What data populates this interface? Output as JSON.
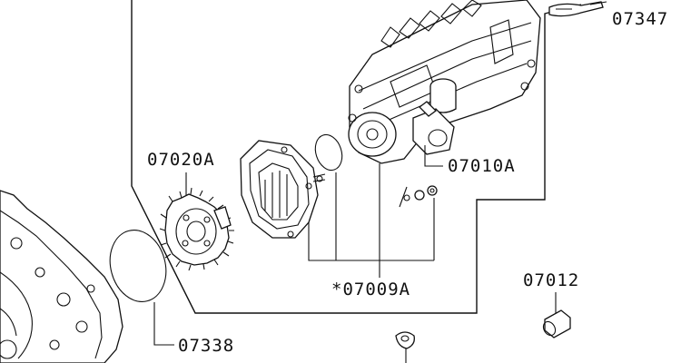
{
  "labels": {
    "top_right": "07347",
    "gear": "07020A",
    "pump_fitting": "07010A",
    "assembly_set": "*07009A",
    "plug": "07012",
    "gasket": "07338"
  },
  "colors": {
    "line": "#111111",
    "background": "#ffffff"
  }
}
